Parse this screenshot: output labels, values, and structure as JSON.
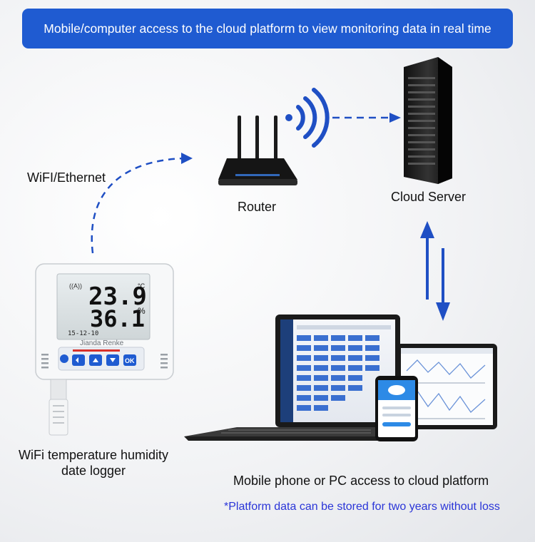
{
  "banner": {
    "text": "Mobile/computer access to the cloud platform to view monitoring data in real time"
  },
  "labels": {
    "wifi_ethernet": "WiFI/Ethernet",
    "router": "Router",
    "cloud_server": "Cloud Server",
    "logger_line1": "WiFi temperature humidity",
    "logger_line2": "date logger",
    "access": "Mobile phone or PC access to cloud platform",
    "storage_note": "*Platform data can be stored for two years without loss"
  },
  "logger": {
    "temperature": "23.9",
    "temp_unit": "°C",
    "humidity": "36.1",
    "hum_unit": "%",
    "date": "15-12-10",
    "brand": "Jianda Renke",
    "ok_label": "OK"
  },
  "colors": {
    "accent": "#1f5bd1",
    "arrow": "#1f4fc4",
    "note": "#2a35d8"
  }
}
